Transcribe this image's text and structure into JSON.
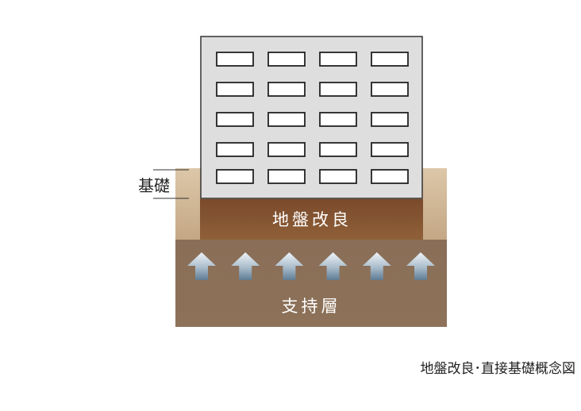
{
  "labels": {
    "foundation": "基礎",
    "ground_improvement": "地盤改良",
    "bearing_layer": "支持層",
    "caption": "地盤改良･直接基礎概念図"
  },
  "building": {
    "window_rows": 5,
    "window_cols": 4
  },
  "arrows": {
    "count": 6
  },
  "colors": {
    "building_fill": "#dedede",
    "building_stroke": "#333333",
    "improvement": "#7f4f2f",
    "bearing": "#8a6e56",
    "foundation_sand": "#dcc7a8"
  }
}
